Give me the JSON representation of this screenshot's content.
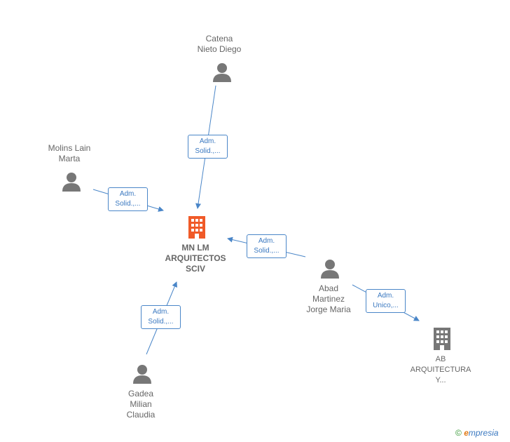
{
  "center": {
    "name_lines": "MN LM\nARQUITECTOS\nSCIV"
  },
  "people": [
    {
      "id": "catena",
      "name_lines": "Catena\nNieto Diego"
    },
    {
      "id": "molins",
      "name_lines": "Molins Lain\nMarta"
    },
    {
      "id": "abad",
      "name_lines": "Abad\nMartinez\nJorge Maria"
    },
    {
      "id": "gadea",
      "name_lines": "Gadea\nMilian\nClaudia"
    }
  ],
  "companies": [
    {
      "id": "ab",
      "name_lines": "AB\nARQUITECTURA\nY..."
    }
  ],
  "edges": [
    {
      "id": "catena",
      "line1": "Adm.",
      "line2": "Solid.,..."
    },
    {
      "id": "molins",
      "line1": "Adm.",
      "line2": "Solid.,..."
    },
    {
      "id": "abad",
      "line1": "Adm.",
      "line2": "Solid.,..."
    },
    {
      "id": "gadea",
      "line1": "Adm.",
      "line2": "Solid.,..."
    },
    {
      "id": "abad-ab",
      "line1": "Adm.",
      "line2": "Unico,..."
    }
  ],
  "brand": {
    "copyright": "©",
    "e": "e",
    "rest": "mpresia"
  },
  "colors": {
    "edge": "#4a86c8",
    "person": "#777777",
    "center_company": "#f05a28",
    "company": "#777777"
  }
}
